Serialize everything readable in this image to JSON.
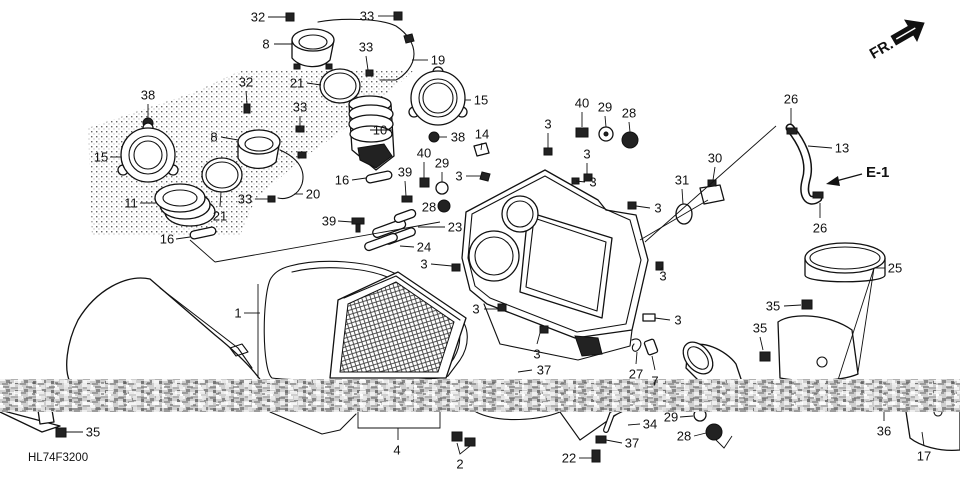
{
  "diagram_code": "HL74F3200",
  "front_marker": "FR.",
  "reference_marker": "E-1",
  "callouts": [
    "32",
    "33",
    "8",
    "33",
    "19",
    "32",
    "21",
    "15",
    "38",
    "33",
    "10",
    "38",
    "8",
    "14",
    "15",
    "40",
    "29",
    "16",
    "39",
    "3",
    "20",
    "33",
    "11",
    "21",
    "28",
    "39",
    "23",
    "16",
    "24",
    "3",
    "1",
    "3",
    "3",
    "37",
    "4",
    "2",
    "22",
    "37",
    "34",
    "29",
    "28",
    "35",
    "40",
    "29",
    "28",
    "3",
    "3",
    "30",
    "31",
    "3",
    "3",
    "3",
    "3",
    "27",
    "7",
    "26",
    "13",
    "26",
    "25",
    "35",
    "35",
    "36",
    "17"
  ]
}
